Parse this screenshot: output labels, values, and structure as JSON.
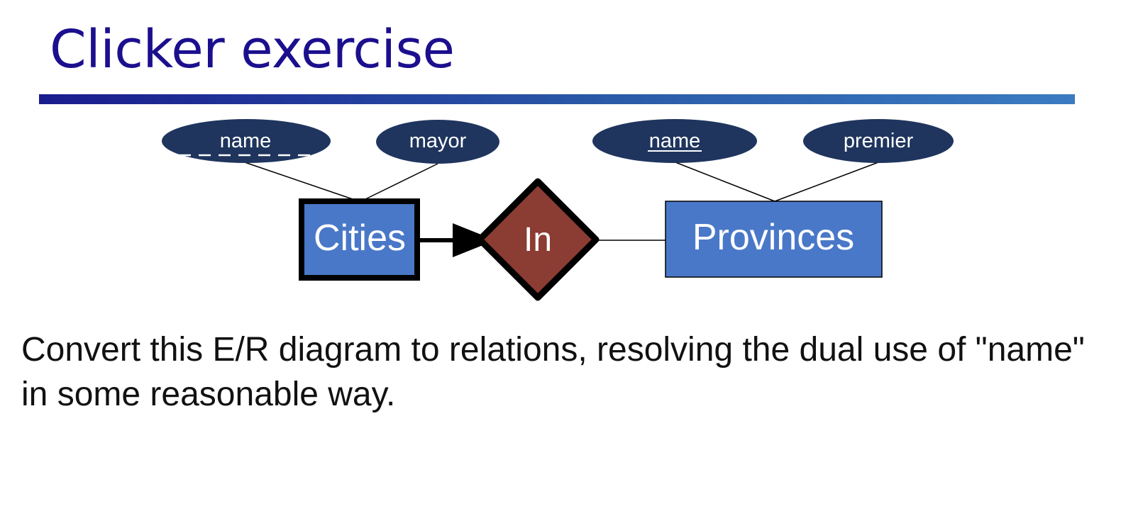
{
  "slide": {
    "title": "Clicker exercise",
    "body": "Convert this E/R diagram to relations, resolving the dual use of \"name\" in some reasonable way."
  },
  "diagram": {
    "entities": [
      {
        "id": "cities",
        "label": "Cities",
        "weak": true
      },
      {
        "id": "provinces",
        "label": "Provinces",
        "weak": false
      }
    ],
    "relationship": {
      "id": "in",
      "label": "In",
      "many_one_to": "provinces",
      "from": "cities"
    },
    "attributes": [
      {
        "id": "city-name",
        "label": "name",
        "of": "cities",
        "key": "partial"
      },
      {
        "id": "city-mayor",
        "label": "mayor",
        "of": "cities",
        "key": "none"
      },
      {
        "id": "province-name",
        "label": "name",
        "of": "provinces",
        "key": "full"
      },
      {
        "id": "province-premier",
        "label": "premier",
        "of": "provinces",
        "key": "none"
      }
    ],
    "colors": {
      "attribute_fill": "#1f355e",
      "entity_fill": "#4a78c8",
      "relationship_fill": "#8b3c33",
      "outline": "#000000",
      "text": "#ffffff"
    }
  }
}
